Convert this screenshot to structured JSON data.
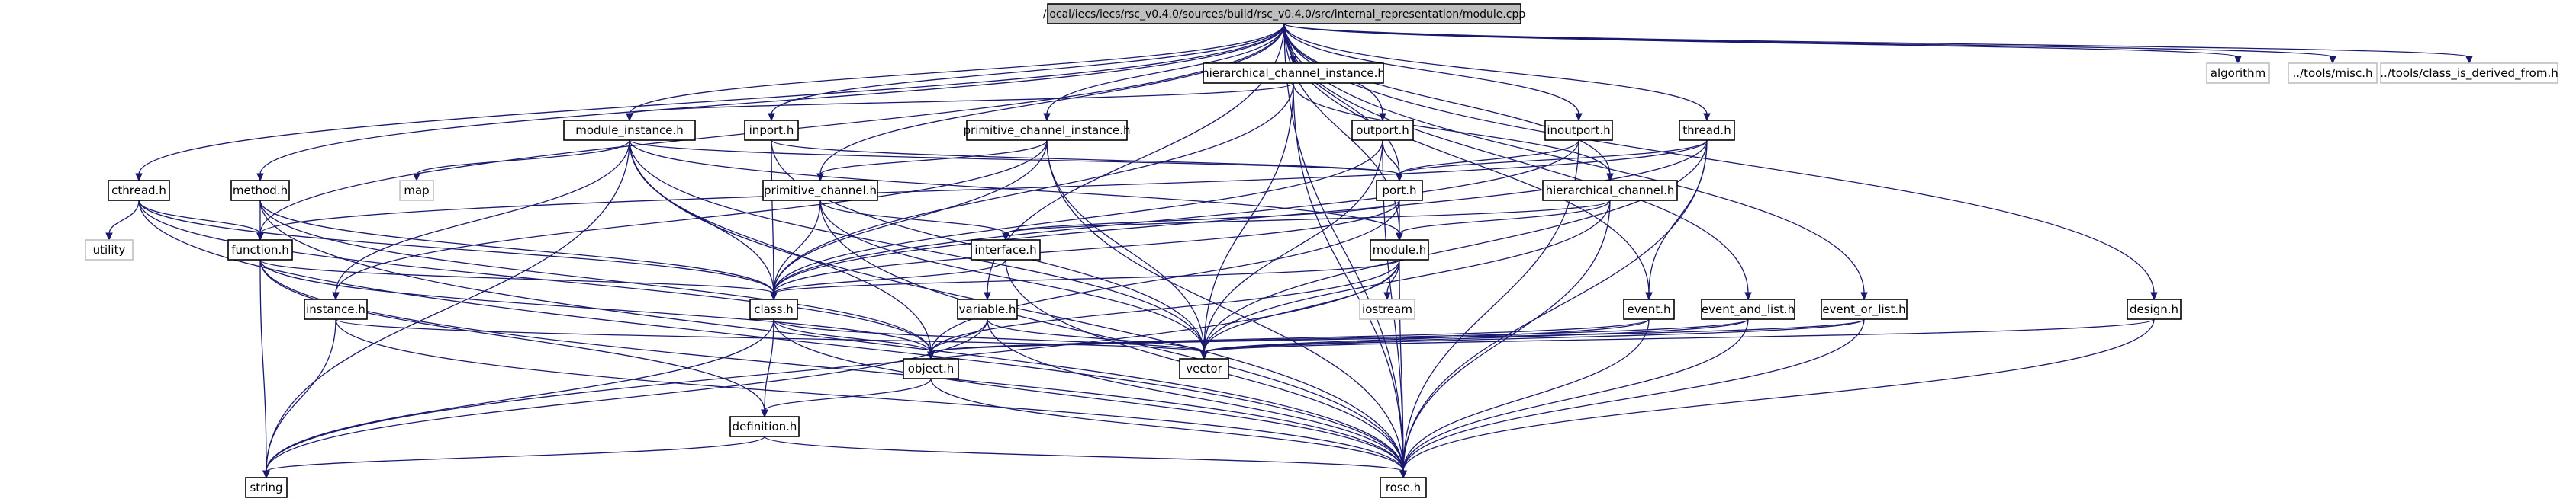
{
  "diagram": {
    "root": "/local/iecs/iecs/rsc_v0.4.0/sources/build/rsc_v0.4.0/src/internal_representation/module.cpp",
    "nodes": {
      "module_cpp": "/local/iecs/iecs/rsc_v0.4.0/sources/build/rsc_v0.4.0/src/internal_representation/module.cpp",
      "hierarchical_channel_instance_h": "hierarchical_channel_instance.h",
      "algorithm": "algorithm",
      "tools_misc_h": "../tools/misc.h",
      "tools_class_is_derived_from_h": "../tools/class_is_derived_from.h",
      "module_instance_h": "module_instance.h",
      "inport_h": "inport.h",
      "primitive_channel_instance_h": "primitive_channel_instance.h",
      "outport_h": "outport.h",
      "inoutport_h": "inoutport.h",
      "thread_h": "thread.h",
      "map": "map",
      "cthread_h": "cthread.h",
      "method_h": "method.h",
      "primitive_channel_h": "primitive_channel.h",
      "port_h": "port.h",
      "hierarchical_channel_h": "hierarchical_channel.h",
      "utility": "utility",
      "function_h": "function.h",
      "interface_h": "interface.h",
      "module_h": "module.h",
      "class_h": "class.h",
      "instance_h": "instance.h",
      "variable_h": "variable.h",
      "iostream": "iostream",
      "event_h": "event.h",
      "event_and_list_h": "event_and_list.h",
      "event_or_list_h": "event_or_list.h",
      "design_h": "design.h",
      "object_h": "object.h",
      "vector": "vector",
      "definition_h": "definition.h",
      "string": "string",
      "rose_h": "rose.h"
    },
    "edges": [
      [
        "module_cpp",
        "hierarchical_channel_instance_h"
      ],
      [
        "module_cpp",
        "algorithm"
      ],
      [
        "module_cpp",
        "tools_misc_h"
      ],
      [
        "module_cpp",
        "tools_class_is_derived_from_h"
      ],
      [
        "module_cpp",
        "module_instance_h"
      ],
      [
        "module_cpp",
        "inport_h"
      ],
      [
        "module_cpp",
        "primitive_channel_instance_h"
      ],
      [
        "module_cpp",
        "outport_h"
      ],
      [
        "module_cpp",
        "inoutport_h"
      ],
      [
        "module_cpp",
        "thread_h"
      ],
      [
        "module_cpp",
        "cthread_h"
      ],
      [
        "module_cpp",
        "method_h"
      ],
      [
        "module_cpp",
        "function_h"
      ],
      [
        "module_cpp",
        "primitive_channel_h"
      ],
      [
        "module_cpp",
        "port_h"
      ],
      [
        "module_cpp",
        "hierarchical_channel_h"
      ],
      [
        "module_cpp",
        "module_h"
      ],
      [
        "module_cpp",
        "variable_h"
      ],
      [
        "module_cpp",
        "event_h"
      ],
      [
        "module_cpp",
        "event_and_list_h"
      ],
      [
        "module_cpp",
        "event_or_list_h"
      ],
      [
        "module_cpp",
        "design_h"
      ],
      [
        "module_cpp",
        "rose_h"
      ],
      [
        "hierarchical_channel_instance_h",
        "module_instance_h"
      ],
      [
        "hierarchical_channel_instance_h",
        "hierarchical_channel_h"
      ],
      [
        "hierarchical_channel_instance_h",
        "class_h"
      ],
      [
        "hierarchical_channel_instance_h",
        "vector"
      ],
      [
        "hierarchical_channel_instance_h",
        "rose_h"
      ],
      [
        "module_instance_h",
        "map"
      ],
      [
        "module_instance_h",
        "string"
      ],
      [
        "module_instance_h",
        "instance_h"
      ],
      [
        "module_instance_h",
        "class_h"
      ],
      [
        "module_instance_h",
        "object_h"
      ],
      [
        "module_instance_h",
        "vector"
      ],
      [
        "module_instance_h",
        "rose_h"
      ],
      [
        "module_instance_h",
        "port_h"
      ],
      [
        "module_instance_h",
        "module_h"
      ],
      [
        "inport_h",
        "port_h"
      ],
      [
        "inport_h",
        "class_h"
      ],
      [
        "inport_h",
        "vector"
      ],
      [
        "primitive_channel_instance_h",
        "primitive_channel_h"
      ],
      [
        "primitive_channel_instance_h",
        "instance_h"
      ],
      [
        "primitive_channel_instance_h",
        "class_h"
      ],
      [
        "primitive_channel_instance_h",
        "vector"
      ],
      [
        "primitive_channel_instance_h",
        "rose_h"
      ],
      [
        "outport_h",
        "port_h"
      ],
      [
        "outport_h",
        "class_h"
      ],
      [
        "outport_h",
        "vector"
      ],
      [
        "outport_h",
        "rose_h"
      ],
      [
        "inoutport_h",
        "port_h"
      ],
      [
        "inoutport_h",
        "class_h"
      ],
      [
        "inoutport_h",
        "rose_h"
      ],
      [
        "thread_h",
        "port_h"
      ],
      [
        "thread_h",
        "function_h"
      ],
      [
        "thread_h",
        "event_h"
      ],
      [
        "thread_h",
        "class_h"
      ],
      [
        "thread_h",
        "vector"
      ],
      [
        "thread_h",
        "rose_h"
      ],
      [
        "cthread_h",
        "utility"
      ],
      [
        "cthread_h",
        "function_h"
      ],
      [
        "cthread_h",
        "class_h"
      ],
      [
        "cthread_h",
        "object_h"
      ],
      [
        "cthread_h",
        "rose_h"
      ],
      [
        "method_h",
        "function_h"
      ],
      [
        "method_h",
        "class_h"
      ],
      [
        "method_h",
        "object_h"
      ],
      [
        "method_h",
        "rose_h"
      ],
      [
        "primitive_channel_h",
        "interface_h"
      ],
      [
        "primitive_channel_h",
        "class_h"
      ],
      [
        "primitive_channel_h",
        "vector"
      ],
      [
        "primitive_channel_h",
        "rose_h"
      ],
      [
        "port_h",
        "interface_h"
      ],
      [
        "port_h",
        "module_h"
      ],
      [
        "port_h",
        "class_h"
      ],
      [
        "port_h",
        "object_h"
      ],
      [
        "hierarchical_channel_h",
        "interface_h"
      ],
      [
        "hierarchical_channel_h",
        "module_h"
      ],
      [
        "hierarchical_channel_h",
        "vector"
      ],
      [
        "hierarchical_channel_h",
        "rose_h"
      ],
      [
        "function_h",
        "class_h"
      ],
      [
        "function_h",
        "definition_h"
      ],
      [
        "function_h",
        "string"
      ],
      [
        "function_h",
        "object_h"
      ],
      [
        "function_h",
        "rose_h"
      ],
      [
        "interface_h",
        "class_h"
      ],
      [
        "interface_h",
        "rose_h"
      ],
      [
        "module_h",
        "class_h"
      ],
      [
        "module_h",
        "iostream"
      ],
      [
        "module_h",
        "object_h"
      ],
      [
        "module_h",
        "vector"
      ],
      [
        "module_h",
        "string"
      ],
      [
        "module_h",
        "rose_h"
      ],
      [
        "class_h",
        "definition_h"
      ],
      [
        "class_h",
        "object_h"
      ],
      [
        "class_h",
        "string"
      ],
      [
        "class_h",
        "vector"
      ],
      [
        "class_h",
        "rose_h"
      ],
      [
        "instance_h",
        "string"
      ],
      [
        "instance_h",
        "vector"
      ],
      [
        "instance_h",
        "rose_h"
      ],
      [
        "variable_h",
        "object_h"
      ],
      [
        "variable_h",
        "vector"
      ],
      [
        "variable_h",
        "string"
      ],
      [
        "variable_h",
        "rose_h"
      ],
      [
        "event_h",
        "object_h"
      ],
      [
        "event_h",
        "vector"
      ],
      [
        "event_h",
        "rose_h"
      ],
      [
        "event_and_list_h",
        "vector"
      ],
      [
        "event_and_list_h",
        "object_h"
      ],
      [
        "event_and_list_h",
        "rose_h"
      ],
      [
        "event_or_list_h",
        "vector"
      ],
      [
        "event_or_list_h",
        "object_h"
      ],
      [
        "event_or_list_h",
        "rose_h"
      ],
      [
        "design_h",
        "vector"
      ],
      [
        "design_h",
        "rose_h"
      ],
      [
        "object_h",
        "definition_h"
      ],
      [
        "object_h",
        "rose_h"
      ],
      [
        "definition_h",
        "string"
      ],
      [
        "definition_h",
        "rose_h"
      ]
    ]
  },
  "colors": {
    "edge": "#191970",
    "root_fill": "#bfbfbf",
    "node_fill": "#ffffff",
    "external_border": "#bfbfbf"
  }
}
